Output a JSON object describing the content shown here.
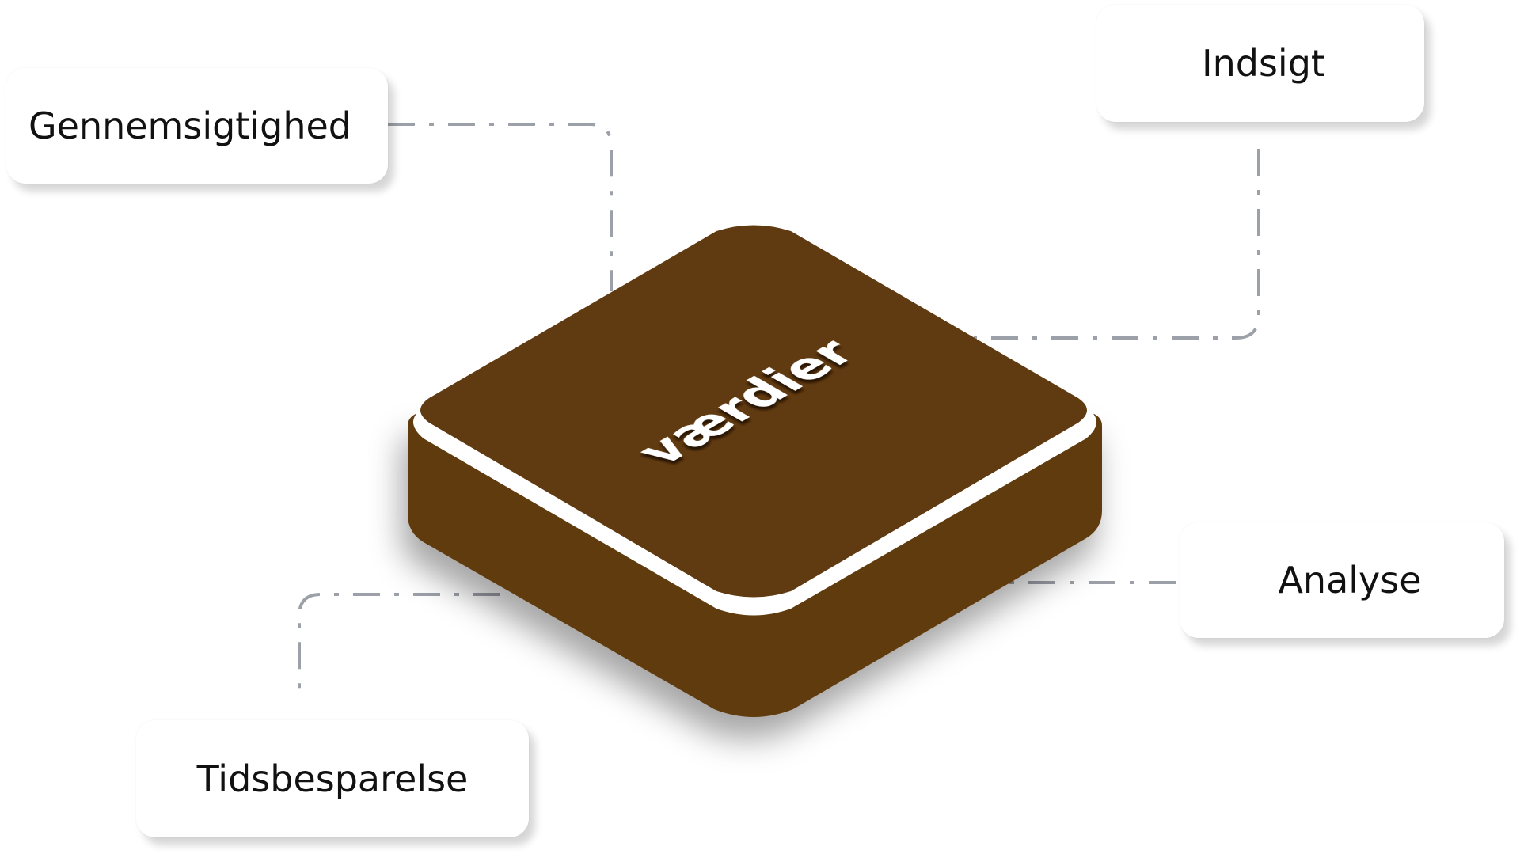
{
  "center": {
    "label": "værdier",
    "color": "#603A10",
    "rim_color": "#ffffff"
  },
  "nodes": [
    {
      "id": "gennemsigtighed",
      "label": "Gennemsigtighed"
    },
    {
      "id": "indsigt",
      "label": "Indsigt"
    },
    {
      "id": "analyse",
      "label": "Analyse"
    },
    {
      "id": "tidsbesparelse",
      "label": "Tidsbesparelse"
    }
  ],
  "connector_color": "#9ca0a8"
}
